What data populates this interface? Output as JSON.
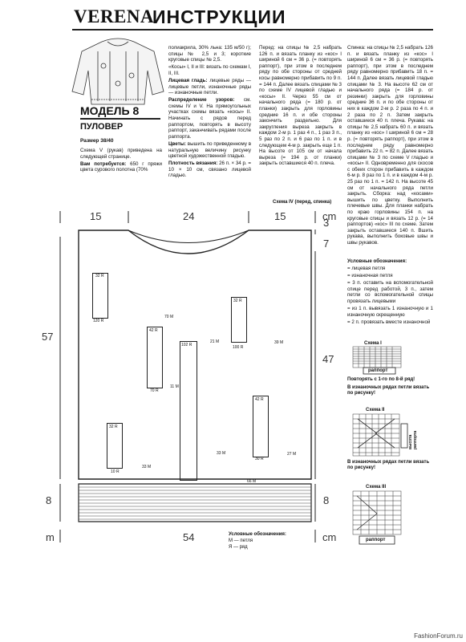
{
  "header": {
    "brand": "VERENA",
    "title": "ИНСТРУКЦИИ"
  },
  "model": {
    "label": "МОДЕЛЬ 8",
    "garment": "ПУЛОВЕР",
    "size": "Размер 38/40"
  },
  "intro": {
    "schema_ref": "Схема V (рукав) приведена на следующей странице.",
    "need_label": "Вам потребуется:",
    "need_text": "650 г пряжи цвета сурового полотна (70%"
  },
  "col2": {
    "cont": "полиакрила, 30% льна: 135 м/50 г); спицы № 2,5 и 3; короткие круговые спицы № 2,5.",
    "kosy": "«Косы» I, II и III: вязать по схемам I, II, III.",
    "lic_label": "Лицевая гладь:",
    "lic_text": "лицевые ряды — лицевые петли, изнаночные ряды — изнаночные петли.",
    "rasp_label": "Распределение узоров:",
    "rasp_text": "см. схемы IV и V. На прямоугольных участках схемы вязать «косы» II. Начинать с рядов перед раппортом, повторять в высоту раппорт, заканчивать рядами после раппорта.",
    "cvet_label": "Цветы:",
    "cvet_text": "вышить по приведенному в натуральную величину рисунку цветной художественной гладью.",
    "plot_label": "Плотность вязания:",
    "plot_text": "26 п. × 34 р. = 10 × 10 см, связано лицевой гладью."
  },
  "col3": {
    "text": "Перед: на спицы № 2,5 набрать 126 п. и вязать планку из «кос» I шириной 6 см = 36 р. (= повторять раппорт), при этом в последнем ряду по обе стороны от средней косы равномерно прибавить по 9 п. = 144 п. Далее вязать спицами № 3 по схеме IV лицевой гладью и «косы» II. Через 55 см от начального ряда (= 180 р. от планки) закрыть для горловины средние 16 п. и обе стороны закончить раздельно. Для закругления выреза закрыть в каждом 2-м р. 1 раз 4 п., 1 раз 3 п., 5 раз по 2 п. и 6 раз по 1 п. и в следующем 4-м р. закрыть еще 1 п. На высоте от 105 см от начала выреза (= 194 р. от планки) закрыть оставшиеся 40 п. плеча."
  },
  "col4": {
    "text": "Спинка: на спицы № 2,5 набрать 126 п. и вязать планку из «кос» I шириной 6 см = 36 р. (= повторять раппорт), при этом в последнем ряду равномерно прибавить 18 п. = 144 п. Далее вязать лицевой гладью спицами № 3. На высоте 62 см от начального ряда (= 184 р. от резинки) закрыть для горловины средние 36 п. и по обе стороны от них в каждом 2-м р. 2 раза по 4 п. и 2 раза по 2 п. Затем закрыть оставшиеся 40 п. плеча. Рукава: на спицы № 2,5 набрать 60 п. и вязать планку из «кос» I шириной 6 см = 28 р. (= повторять раппорт), при этом в последнем ряду равномерно прибавить 22 п. = 82 п. Далее вязать спицами № 3 по схеме V гладью и «косы» II. Одновременно для скосов с обеих сторон прибавить в каждом 6-м р. 8 раз по 1 п. и в каждом 4-м р. 25 раз по 1 п. = 142 п. На высоте 45 см от начального ряда петли закрыть. Сборка: над «косами» вышить по цветку. Выполнить плечевые швы. Для планки набрать по краю горловины 154 п. на круговые спицы и вязать 12 р. (= 14 раппортов) «кос» III по схеме. Затем закрыть оставшиеся 140 п. Вшить рукава, выполнить боковые швы и швы рукавов."
  },
  "legend_right": {
    "title": "Условные обозначения:",
    "items": [
      "= лицевая петля",
      "= изнаночная петля",
      "= 3 п. оставить на вспомогательной спице перед работой, 3 п., затем петли со вспомогательной спицы провязать лицевыми",
      "= из 1 п. вывязать 1 изнаночную и 1 изнаночную скрещенную",
      "= 2 п. провязать вместе изнаночной"
    ]
  },
  "schemas": {
    "s1": "Схема I",
    "s2": "Схема II",
    "s3": "Схема III",
    "rapport": "раппорт",
    "vysota": "высота раппорта",
    "repeat_note": "Повторять с 1-го по 8-й ряд!",
    "purl_note_1": "В изнаночных рядах петли вязать по рисунку!",
    "purl_note_2": "В изнаночных рядах петли вязать по рисунку!"
  },
  "diagram": {
    "caption": "Схема IV (перед, спинка)",
    "scale_top": [
      "15",
      "24",
      "15",
      "cm"
    ],
    "scale_left": [
      "57",
      "8",
      "m"
    ],
    "scale_right": [
      "3",
      "7",
      "47",
      "8",
      "cm"
    ],
    "bottom_width": "54",
    "labels": {
      "p32a": "32 R",
      "p120": "120 R",
      "p70m": "70 M",
      "p42a": "42 R",
      "p70r": "70 R",
      "p102": "102 R",
      "p21m": "21 M",
      "p11m": "11 M",
      "p32b": "32 R",
      "p100": "100 R",
      "p39m": "39 M",
      "p42b": "42 R",
      "p32c": "32 R",
      "p10r": "10 R",
      "p30r": "30 R",
      "p27m": "27 M",
      "p33ma": "33 M",
      "p33mb": "33 M",
      "p66m": "66 M"
    },
    "legend_title": "Условные обозначения:",
    "legend_m": "М — петля",
    "legend_r": "Я — ряд"
  },
  "watermark": "FashionForum.ru"
}
